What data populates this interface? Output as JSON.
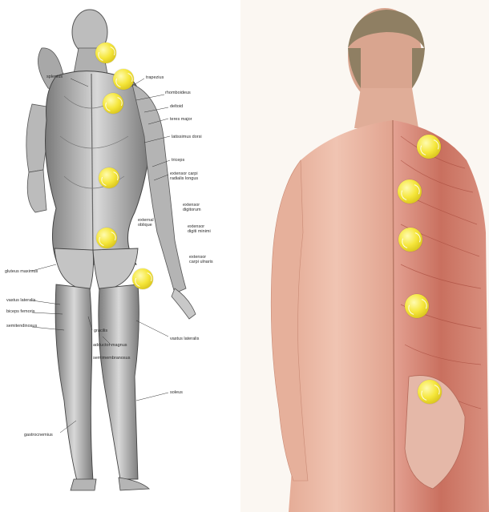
{
  "left_figure": {
    "labels": {
      "splenius": "splenius",
      "trapezius": "trapezius",
      "rhomboideus": "rhomboideus",
      "deltoid": "deltoid",
      "teres_major": "teres major",
      "latissimus_dorsi": "latissimus dorsi",
      "triceps": "triceps",
      "extensor_carpi_radialis": "extensor carpi radialis longus",
      "extensor_digitorum": "extensor digitorum",
      "external_oblique": "external oblique",
      "extensor_digiti_minimi": "extensor digiti minimi",
      "extensor_carpi_ulnaris": "extensor carpi ulnaris",
      "gluteus_maximus": "gluteus maximus",
      "vastus_lateralis_left": "vastus lateralis",
      "biceps_femoris": "biceps femoris",
      "semitendinosus": "semitendinosus",
      "gracilis": "gracilis",
      "adductor_magnus": "adductor magnus",
      "semimembranosus": "semimembranosus",
      "vastus_lateralis_right": "vastus lateralis",
      "soleus": "soleus",
      "gastrocnemius": "gastrocnemius"
    },
    "ball_color": "#f2e12f"
  },
  "right_figure": {
    "skin_color": "#e9b9a6",
    "muscle_color": "#d98b7c",
    "hair_color": "#8f7f63",
    "ball_color": "#f2e12f"
  }
}
